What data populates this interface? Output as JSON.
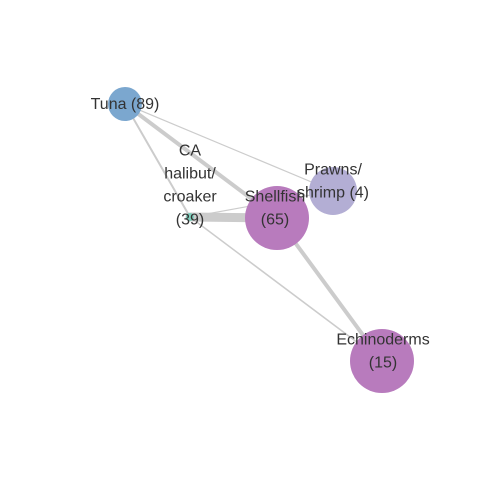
{
  "nodes": [
    {
      "id": "tuna",
      "label_lines": [
        "Tuna (89)"
      ],
      "color": "#7ba7cf"
    },
    {
      "id": "prawns",
      "label_lines": [
        "Prawns/",
        "shrimp (4)"
      ],
      "color": "#b3aed4"
    },
    {
      "id": "halibut",
      "label_lines": [
        "CA",
        "halibut/",
        "croaker",
        "(39)"
      ],
      "color": "#7fcdbb"
    },
    {
      "id": "shellfish",
      "label_lines": [
        "Shellfish",
        "(65)"
      ],
      "color": "#b87bbd"
    },
    {
      "id": "echinoderms",
      "label_lines": [
        "Echinoderms",
        "(15)"
      ],
      "color": "#b87bbd"
    }
  ],
  "edges": [
    {
      "source": "tuna",
      "target": "shellfish"
    },
    {
      "source": "tuna",
      "target": "halibut"
    },
    {
      "source": "tuna",
      "target": "prawns"
    },
    {
      "source": "halibut",
      "target": "shellfish"
    },
    {
      "source": "halibut",
      "target": "prawns"
    },
    {
      "source": "halibut",
      "target": "echinoderms"
    },
    {
      "source": "shellfish",
      "target": "echinoderms"
    }
  ],
  "edge_color": "#cccccc"
}
